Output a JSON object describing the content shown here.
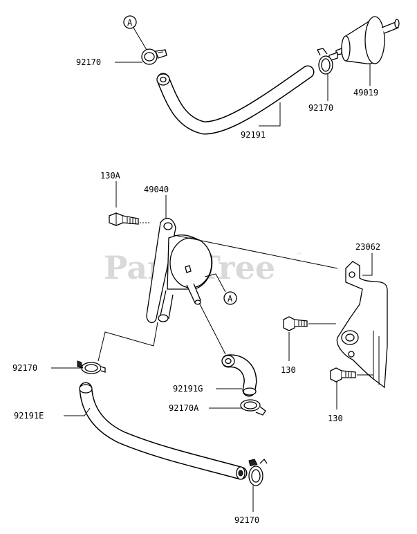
{
  "watermark": {
    "text": "PartsTree",
    "tm": "™"
  },
  "callouts": {
    "a_top": "A",
    "a_mid": "A"
  },
  "labels": {
    "clamp_top_left": "92170",
    "filter": "49019",
    "clamp_top_right": "92170",
    "hose_top": "92191",
    "bolt_130a": "130A",
    "pump": "49040",
    "bracket": "23062",
    "clamp_mid_left": "92170",
    "hose_g": "92191G",
    "clamp_a": "92170A",
    "bolt_130_upper": "130",
    "bolt_130_lower": "130",
    "hose_e": "92191E",
    "clamp_bottom": "92170"
  }
}
